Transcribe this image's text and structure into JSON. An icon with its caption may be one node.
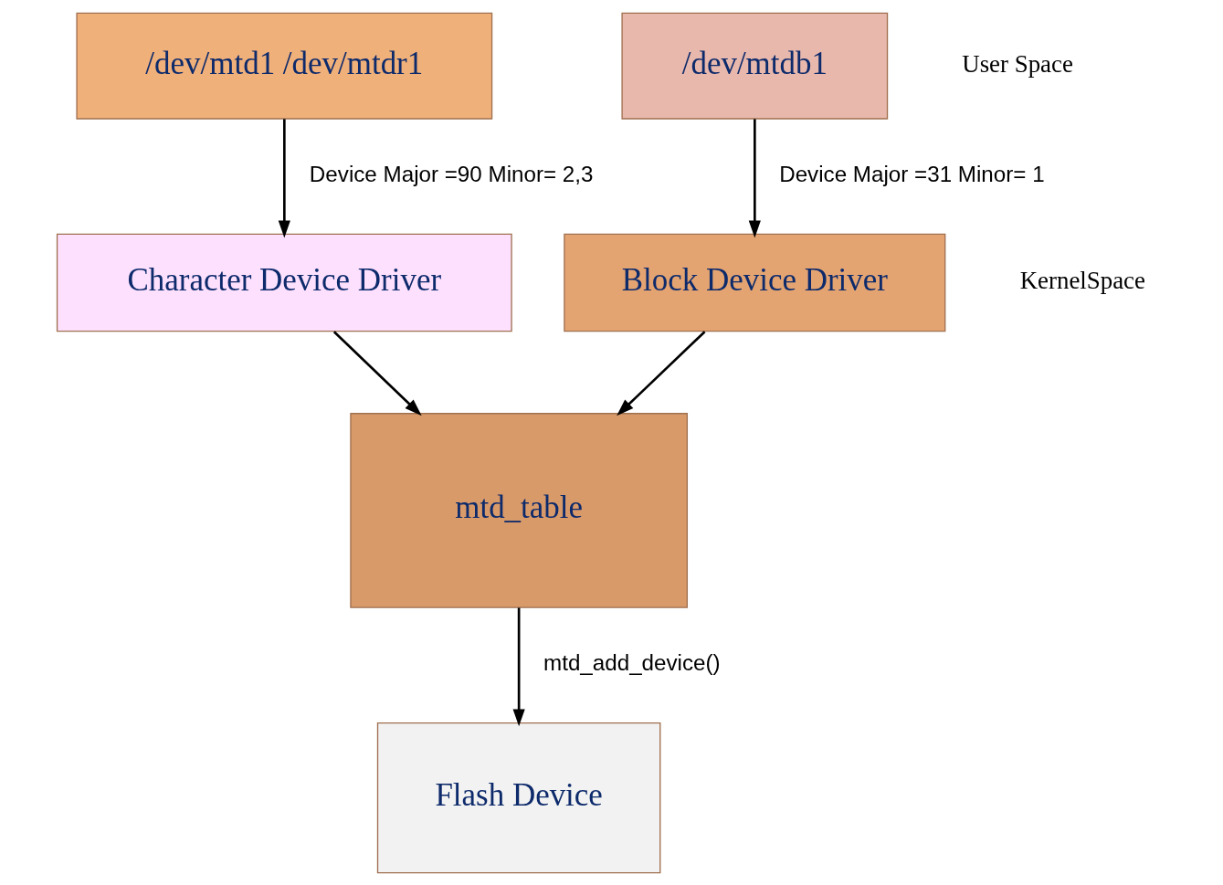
{
  "diagram": {
    "nodes": [
      {
        "text": [
          "/dev/mtd1 /dev/mtdr1"
        ]
      },
      {
        "text": [
          "/dev/mtdb1"
        ]
      },
      {
        "text": [
          "Character Device Driver"
        ]
      },
      {
        "text": [
          "Block Device Driver"
        ]
      },
      {
        "text": [
          "mtd_table"
        ]
      },
      {
        "text": [
          "Flash Device"
        ]
      }
    ],
    "edges": [
      {
        "from": 0,
        "to": 2,
        "arrow": "to",
        "label": "Device Major =90 Minor= 2,3"
      },
      {
        "from": 1,
        "to": 3,
        "arrow": "to",
        "label": "Device Major =31 Minor= 1"
      },
      {
        "from": 2,
        "to": 4,
        "arrow": "to"
      },
      {
        "from": 3,
        "to": 4,
        "arrow": "to"
      },
      {
        "from": 4,
        "to": 5,
        "arrow": "to",
        "label": "mtd_add_device()"
      }
    ],
    "labels": [
      "User Space",
      "KernelSpace"
    ]
  }
}
